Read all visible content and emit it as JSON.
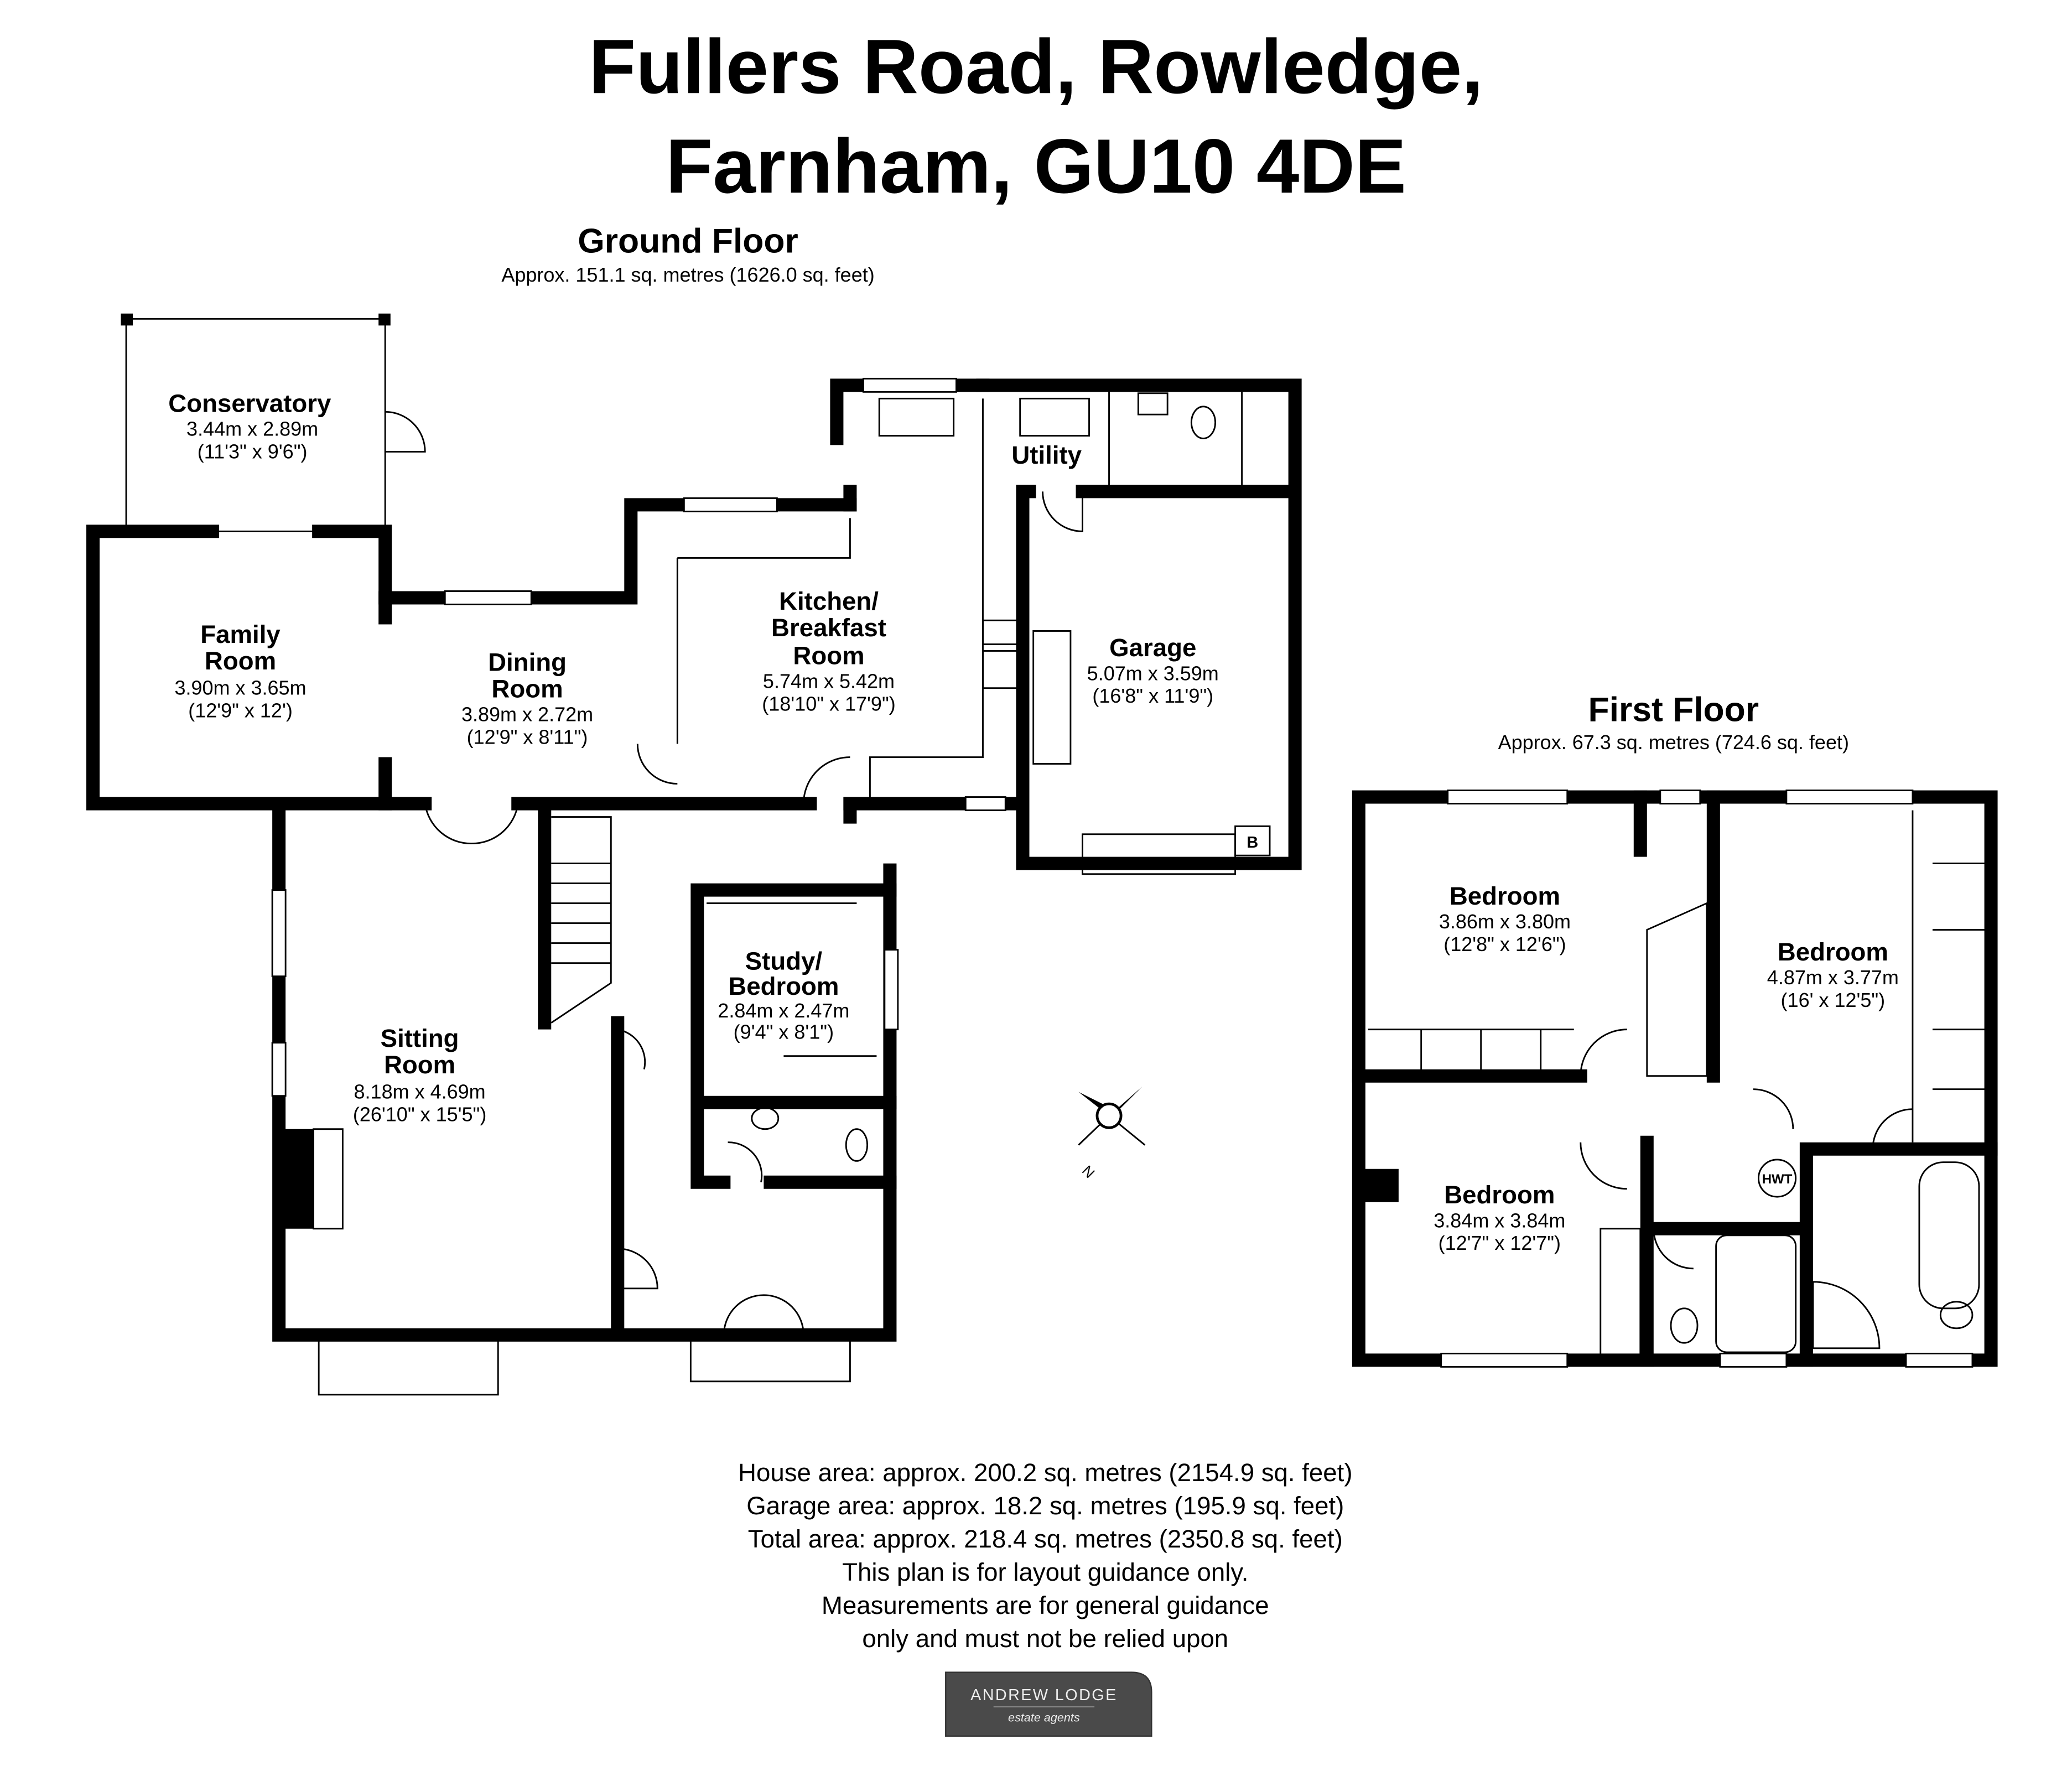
{
  "title": {
    "line1": "Fullers Road, Rowledge,",
    "line2": "Farnham, GU10 4DE"
  },
  "ground_floor": {
    "label": "Ground Floor",
    "area": "Approx. 151.1 sq. metres (1626.0 sq. feet)",
    "rooms": {
      "conservatory": {
        "name": [
          "Conservatory"
        ],
        "metric": "3.44m x 2.89m",
        "imperial": "(11'3\" x 9'6\")"
      },
      "family": {
        "name": [
          "Family",
          "Room"
        ],
        "metric": "3.90m x 3.65m",
        "imperial": "(12'9\" x 12')"
      },
      "dining": {
        "name": [
          "Dining",
          "Room"
        ],
        "metric": "3.89m x 2.72m",
        "imperial": "(12'9\" x 8'11\")"
      },
      "kitchen": {
        "name": [
          "Kitchen/",
          "Breakfast",
          "Room"
        ],
        "metric": "5.74m x 5.42m",
        "imperial": "(18'10\" x 17'9\")"
      },
      "utility": {
        "name": [
          "Utility"
        ]
      },
      "garage": {
        "name": [
          "Garage"
        ],
        "metric": "5.07m x 3.59m",
        "imperial": "(16'8\" x 11'9\")"
      },
      "sitting": {
        "name": [
          "Sitting",
          "Room"
        ],
        "metric": "8.18m x 4.69m",
        "imperial": "(26'10\" x 15'5\")"
      },
      "study": {
        "name": [
          "Study/",
          "Bedroom"
        ],
        "metric": "2.84m x 2.47m",
        "imperial": "(9'4\" x 8'1\")"
      }
    },
    "boiler_label": "B"
  },
  "first_floor": {
    "label": "First Floor",
    "area": "Approx. 67.3 sq. metres (724.6 sq. feet)",
    "rooms": {
      "bed1": {
        "name": [
          "Bedroom"
        ],
        "metric": "3.86m x 3.80m",
        "imperial": "(12'8\" x 12'6\")"
      },
      "bed2": {
        "name": [
          "Bedroom"
        ],
        "metric": "4.87m x 3.77m",
        "imperial": "(16' x 12'5\")"
      },
      "bed3": {
        "name": [
          "Bedroom"
        ],
        "metric": "3.84m x 3.84m",
        "imperial": "(12'7\" x 12'7\")"
      }
    },
    "hwt_label": "HWT"
  },
  "compass_label": "N",
  "footer": [
    "House area: approx. 200.2 sq. metres (2154.9 sq. feet)",
    "Garage area: approx. 18.2 sq. metres (195.9 sq. feet)",
    "Total area: approx. 218.4 sq. metres (2350.8 sq. feet)",
    "This plan is for layout guidance only.",
    "Measurements are for general guidance",
    "only and must not be relied upon"
  ],
  "logo": {
    "name": "ANDREW LODGE",
    "tagline": "estate agents"
  }
}
